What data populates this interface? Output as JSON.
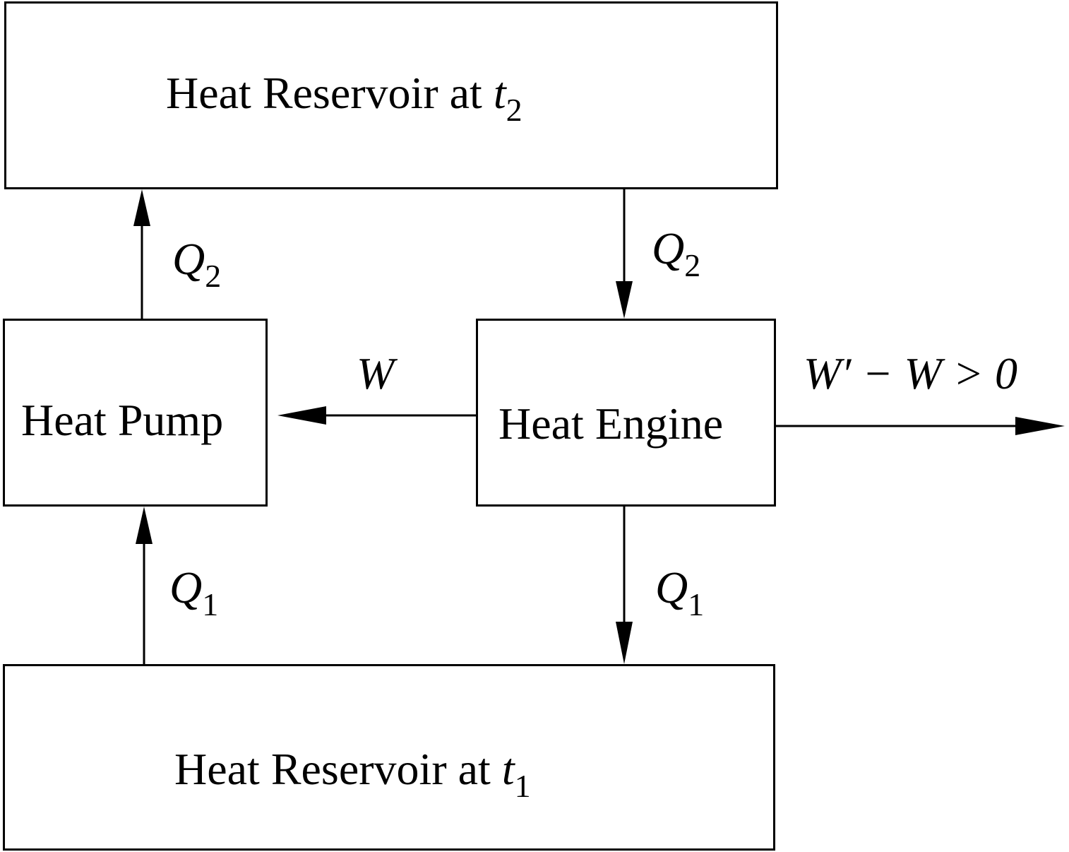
{
  "reservoir_top": {
    "text": "Heat Reservoir at ",
    "var": "t",
    "sub": "2"
  },
  "reservoir_bottom": {
    "text": "Heat Reservoir at ",
    "var": "t",
    "sub": "1"
  },
  "heat_pump": {
    "label": "Heat Pump"
  },
  "heat_engine": {
    "label": "Heat Engine"
  },
  "flows": {
    "pump_out": {
      "var": "Q",
      "sub": "2"
    },
    "engine_in": {
      "var": "Q",
      "sub": "2"
    },
    "pump_in": {
      "var": "Q",
      "sub": "1"
    },
    "engine_out": {
      "var": "Q",
      "sub": "1"
    },
    "work": {
      "var": "W"
    },
    "net_work": {
      "text": "W′ − W > 0"
    }
  },
  "colors": {
    "line": "#000000",
    "background": "#ffffff"
  }
}
